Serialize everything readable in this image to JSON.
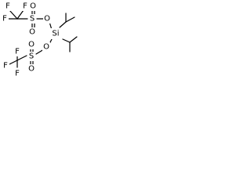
{
  "molecule": {
    "atoms": [
      {
        "id": "f1a",
        "label": "F"
      },
      {
        "id": "f1b",
        "label": "F"
      },
      {
        "id": "f1c",
        "label": "F"
      },
      {
        "id": "s1",
        "label": "S"
      },
      {
        "id": "o1a",
        "label": "O"
      },
      {
        "id": "o1b",
        "label": "O"
      },
      {
        "id": "o1",
        "label": "O"
      },
      {
        "id": "si",
        "label": "Si"
      },
      {
        "id": "o2",
        "label": "O"
      },
      {
        "id": "s2",
        "label": "S"
      },
      {
        "id": "o2a",
        "label": "O"
      },
      {
        "id": "o2b",
        "label": "O"
      },
      {
        "id": "f2a",
        "label": "F"
      },
      {
        "id": "f2b",
        "label": "F"
      },
      {
        "id": "f2c",
        "label": "F"
      }
    ]
  },
  "colors": {
    "bond": "#000000",
    "label": "#000000",
    "background": "#ffffff"
  }
}
